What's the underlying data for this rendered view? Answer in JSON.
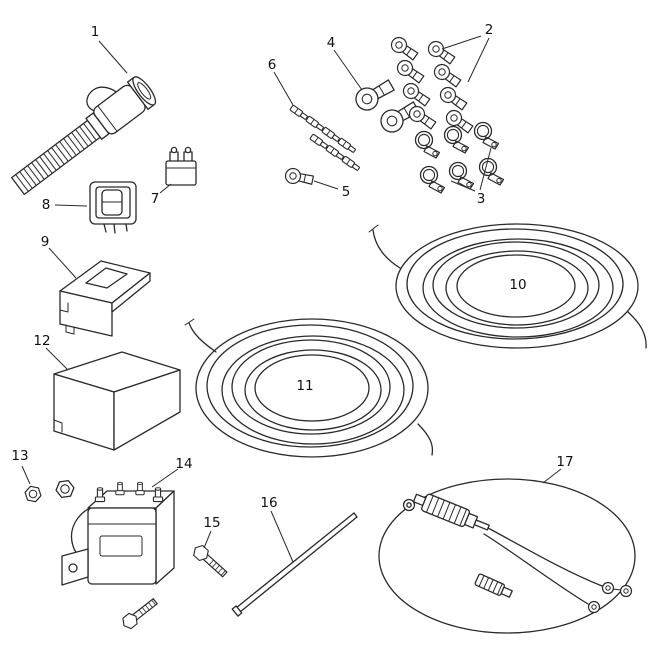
{
  "diagram": {
    "type": "exploded-parts-diagram",
    "colors": {
      "line": "#2a2a2a",
      "background": "#ffffff",
      "text": "#111111"
    },
    "callouts": [
      {
        "label": "1"
      },
      {
        "label": "2"
      },
      {
        "label": "3"
      },
      {
        "label": "4"
      },
      {
        "label": "5"
      },
      {
        "label": "6"
      },
      {
        "label": "7"
      },
      {
        "label": "8"
      },
      {
        "label": "9"
      },
      {
        "label": "10"
      },
      {
        "label": "11"
      },
      {
        "label": "12"
      },
      {
        "label": "13"
      },
      {
        "label": "14"
      },
      {
        "label": "15"
      },
      {
        "label": "16"
      },
      {
        "label": "17"
      }
    ]
  }
}
